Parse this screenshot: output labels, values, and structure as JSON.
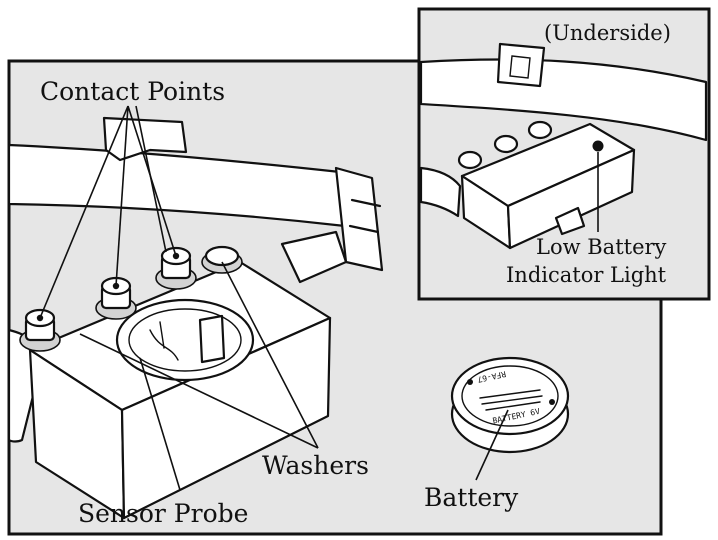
{
  "labels": {
    "contact_points": "Contact Points",
    "underside": "(Underside)",
    "low_battery_line1": "Low Battery",
    "low_battery_line2": "Indicator Light",
    "washers": "Washers",
    "sensor_probe": "Sensor Probe",
    "battery": "Battery",
    "battery_print_1": "BATTERY 6V",
    "battery_print_2": "RFA-67"
  },
  "colors": {
    "panel_background": "#e6e6e6",
    "ink": "#111111",
    "paper": "#ffffff"
  }
}
